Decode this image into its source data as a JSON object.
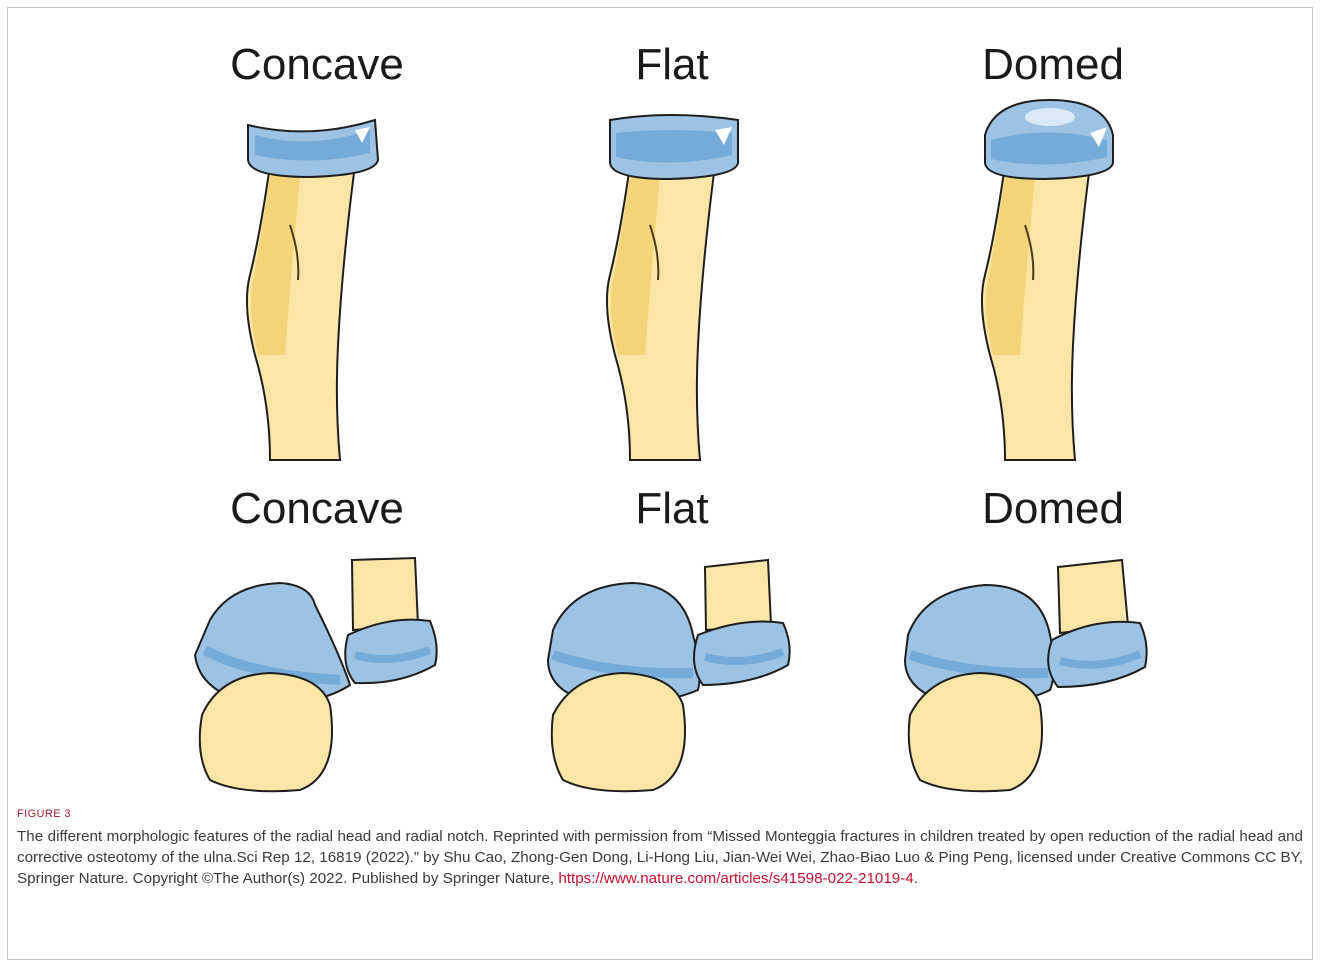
{
  "figure": {
    "top_labels": [
      "Concave",
      "Flat",
      "Domed"
    ],
    "bottom_labels": [
      "Concave",
      "Flat",
      "Domed"
    ],
    "figure_label": "FIGURE 3",
    "caption_text": "The different morphologic features of the radial head and radial notch. Reprinted with permission from “Missed Monteggia fractures in children treated by open reduction of the radial head and corrective osteotomy of the ulna.Sci Rep 12, 16819 (2022).” by Shu Cao, Zhong-Gen Dong, Li-Hong Liu, Jian-Wei Wei, Zhao-Biao Luo & Ping Peng, licensed under Creative Commons CC BY, Springer Nature. Copyright ©The Author(s) 2022. Published by Springer Nature, ",
    "caption_link": "https://www.nature.com/articles/s41598-022-21019-4",
    "caption_end": "."
  },
  "colors": {
    "bone": "#fbe6a8",
    "bone_shade": "#f3cf6b",
    "cartilage": "#9cc3e3",
    "cartilage_dark": "#5b9bd0",
    "outline": "#1e1e1e",
    "link": "#c8102e"
  }
}
